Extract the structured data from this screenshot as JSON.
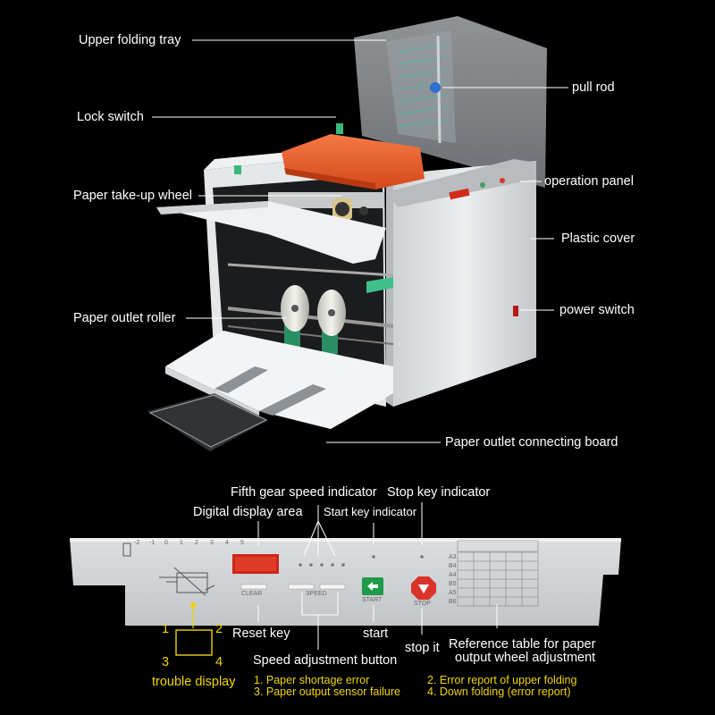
{
  "machine_callouts": {
    "upper_folding_tray": "Upper folding tray",
    "pull_rod": "pull rod",
    "lock_switch": "Lock switch",
    "operation_panel": "operation panel",
    "paper_take_up_wheel": "Paper take-up wheel",
    "plastic_cover": "Plastic cover",
    "paper_outlet_roller": "Paper outlet roller",
    "power_switch": "power switch",
    "paper_outlet_connecting_board": "Paper outlet connecting board"
  },
  "panel_callouts": {
    "fifth_gear_speed_indicator": "Fifth gear speed indicator",
    "stop_key_indicator": "Stop key indicator",
    "digital_display_area": "Digital display area",
    "start_key_indicator": "Start key indicator",
    "reset_key": "Reset key",
    "start": "start",
    "stop_it": "stop it",
    "reference_table_line1": "Reference table for paper",
    "reference_table_line2": "output wheel adjustment",
    "speed_adjustment_button": "Speed adjustment button",
    "trouble_display": "trouble display"
  },
  "trouble_codes": {
    "n1": "1",
    "n2": "2",
    "n3": "3",
    "n4": "4",
    "e1": "1. Paper shortage error",
    "e2": "2. Error report of upper folding",
    "e3": "3. Paper output sensor failure",
    "e4": "4. Down folding (error report)"
  },
  "panel_buttons": {
    "clear": "CLEAR",
    "speed": "SPEED",
    "start": "START",
    "stop": "STOP"
  },
  "scale_labels": [
    "-2",
    "-1",
    "0",
    "1",
    "2",
    "3",
    "4",
    "5"
  ],
  "table_rows": [
    "A3",
    "B4",
    "A4",
    "B5",
    "A5",
    "B6"
  ],
  "colors": {
    "label_text": "#ffffff",
    "trouble_text": "#f0d400",
    "display_red": "#d42a1a",
    "start_green": "#1e9a4a",
    "stop_red": "#d9342b",
    "cover_orange": "#e85a2a"
  }
}
